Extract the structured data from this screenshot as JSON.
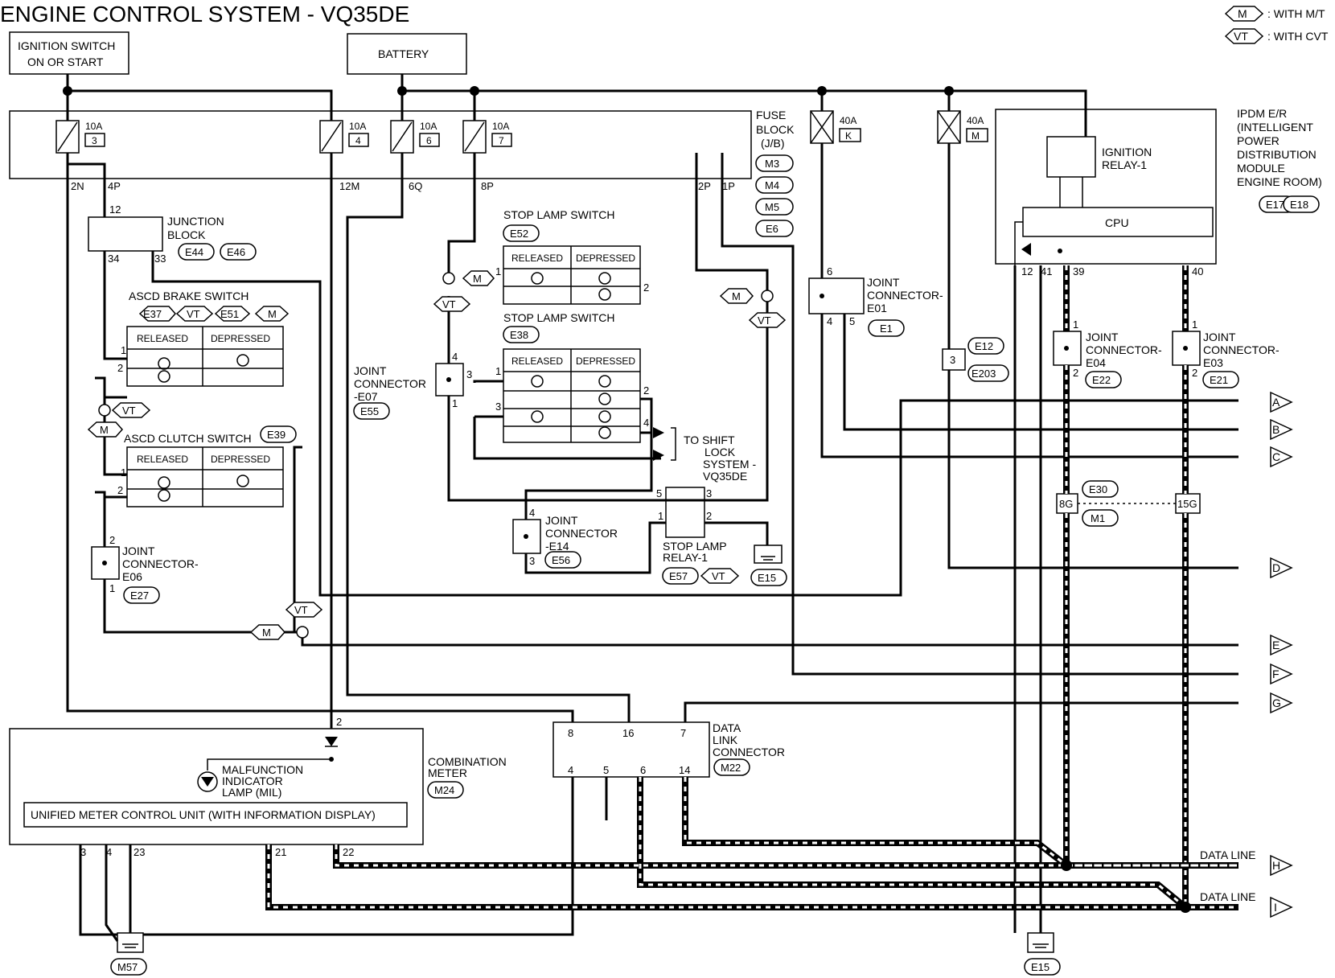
{
  "title": "ENGINE CONTROL SYSTEM - VQ35DE",
  "legend": {
    "mt_code": "M",
    "mt_text": ": WITH M/T",
    "cvt_code": "VT",
    "cvt_text": ": WITH CVT"
  },
  "power": {
    "ignition_line1": "IGNITION SWITCH",
    "ignition_line2": "ON OR START",
    "battery": "BATTERY"
  },
  "fuse_block": {
    "label1": "FUSE",
    "label2": "BLOCK",
    "label3": "(J/B)",
    "refs": [
      "M3",
      "M4",
      "M5",
      "E6"
    ],
    "fuses": [
      {
        "amp": "10A",
        "num": "3"
      },
      {
        "amp": "10A",
        "num": "4"
      },
      {
        "amp": "10A",
        "num": "6"
      },
      {
        "amp": "10A",
        "num": "7"
      }
    ],
    "fusible_links": [
      {
        "amp": "40A",
        "id": "K"
      },
      {
        "amp": "40A",
        "id": "M"
      }
    ],
    "pins": [
      "2N",
      "4P",
      "12M",
      "6Q",
      "8P",
      "2P",
      "1P"
    ]
  },
  "ipdm": {
    "label": [
      "IPDM E/R",
      "(INTELLIGENT",
      "POWER",
      "DISTRIBUTION",
      "MODULE",
      "ENGINE ROOM)"
    ],
    "refs": [
      "E17",
      "E18"
    ],
    "relay_line1": "IGNITION",
    "relay_line2": "RELAY-1",
    "cpu": "CPU",
    "pins": [
      "12",
      "41",
      "39",
      "40"
    ]
  },
  "junction_block": {
    "line1": "JUNCTION",
    "line2": "BLOCK",
    "refs": [
      "E44",
      "E46"
    ],
    "pins": [
      "12",
      "34",
      "33"
    ]
  },
  "switch_headers": {
    "released": "RELEASED",
    "depressed": "DEPRESSED"
  },
  "ascd_brake": {
    "label": "ASCD BRAKE SWITCH",
    "refs": [
      "E37",
      "VT",
      "E51",
      "M"
    ],
    "pins": [
      "1",
      "2"
    ]
  },
  "ascd_clutch": {
    "label": "ASCD CLUTCH SWITCH",
    "ref": "E39",
    "pins": [
      "1",
      "2"
    ]
  },
  "stop_lamp_1": {
    "label": "STOP LAMP SWITCH",
    "ref": "E52",
    "pins": [
      "1",
      "2"
    ]
  },
  "stop_lamp_2": {
    "label": "STOP LAMP SWITCH",
    "ref": "E38",
    "pins": [
      "1",
      "3",
      "2",
      "4"
    ]
  },
  "joint_e07": {
    "lines": [
      "JOINT",
      "CONNECTOR",
      "-E07"
    ],
    "ref": "E55",
    "pins": [
      "4",
      "3",
      "1"
    ]
  },
  "joint_e14": {
    "lines": [
      "JOINT",
      "CONNECTOR",
      "-E14"
    ],
    "ref": "E56",
    "pins": [
      "4",
      "3"
    ]
  },
  "joint_e06": {
    "lines": [
      "JOINT",
      "CONNECTOR-",
      "E06"
    ],
    "ref": "E27",
    "pins": [
      "2",
      "1"
    ]
  },
  "joint_e01": {
    "lines": [
      "JOINT",
      "CONNECTOR-",
      "E01"
    ],
    "ref": "E1",
    "pins": [
      "6",
      "4",
      "5"
    ]
  },
  "joint_e04": {
    "lines": [
      "JOINT",
      "CONNECTOR-",
      "E04"
    ],
    "ref": "E22",
    "pins": [
      "1",
      "2"
    ]
  },
  "joint_e03": {
    "lines": [
      "JOINT",
      "CONNECTOR-",
      "E03"
    ],
    "ref": "E21",
    "pins": [
      "1",
      "2"
    ]
  },
  "shift_lock": [
    "TO SHIFT",
    "LOCK",
    "SYSTEM -",
    "VQ35DE"
  ],
  "stop_relay": {
    "line1": "STOP LAMP",
    "line2": "RELAY-1",
    "refs": [
      "E57",
      "VT"
    ],
    "pins": [
      "5",
      "3",
      "1",
      "2"
    ]
  },
  "grounds": [
    "E15",
    "M57",
    "E15"
  ],
  "connectors": {
    "e12": "E12",
    "e203": "E203",
    "pin3": "3",
    "e30": "E30",
    "m1": "M1",
    "g8": "8G",
    "g15": "15G"
  },
  "dlc": {
    "lines": [
      "DATA",
      "LINK",
      "CONNECTOR"
    ],
    "ref": "M22",
    "pins_top": [
      "8",
      "16",
      "7"
    ],
    "pins_bottom": [
      "4",
      "5",
      "6",
      "14"
    ]
  },
  "combination_meter": {
    "lines": [
      "COMBINATION",
      "METER"
    ],
    "ref": "M24",
    "mil": [
      "MALFUNCTION",
      "INDICATOR",
      "LAMP (MIL)"
    ],
    "unit": "UNIFIED METER CONTROL UNIT (WITH INFORMATION DISPLAY)",
    "pins": [
      "2",
      "3",
      "4",
      "23",
      "21",
      "22"
    ]
  },
  "outputs": [
    "A",
    "B",
    "C",
    "D",
    "E",
    "F",
    "G",
    "H",
    "I"
  ],
  "data_line_label": "DATA LINE"
}
